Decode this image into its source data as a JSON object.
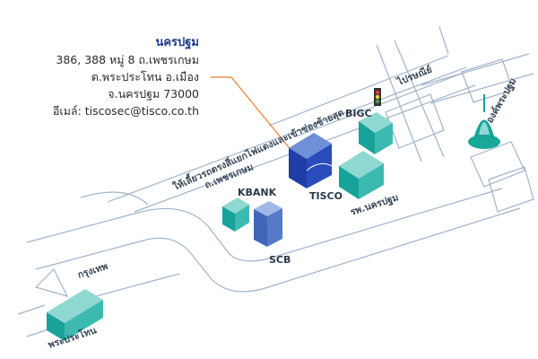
{
  "info": {
    "name": "นครปฐม",
    "line1": "386, 388 หมู่ 8 ถ.เพชรเกษม",
    "line2": "ต.พระประโทน อ.เมือง",
    "line3": "จ.นครปฐม 73000",
    "line4": "อีเมล์: tiscosec@tisco.co.th"
  },
  "roads": {
    "main": "ถ.เพชรเกษม",
    "side_road": "ให้เลี้ยวรถตรงสี่แยกไฟแดงและเข้าซ่องซ้ายสุด",
    "post": "ไปรษณีย์",
    "pagoda": "องค์พระปฐม",
    "hospital": "รพ.นครปฐม",
    "bangkok": "กรุงเทพ",
    "praprathon": "พระประโทน"
  },
  "landmarks": {
    "bigc": "BIGC",
    "kbank": "KBANK",
    "tisco": "TISCO",
    "scb": "SCB"
  },
  "colors": {
    "road_stroke": "#9fb3cc",
    "block_stroke": "#9fb3cc",
    "bld_teal_front": "#17a39a",
    "bld_teal_top": "#8fd9d2",
    "bld_blue_front": "#4166b8",
    "tisco_front": "#1f3fa6",
    "callout_line": "#e8812f"
  }
}
